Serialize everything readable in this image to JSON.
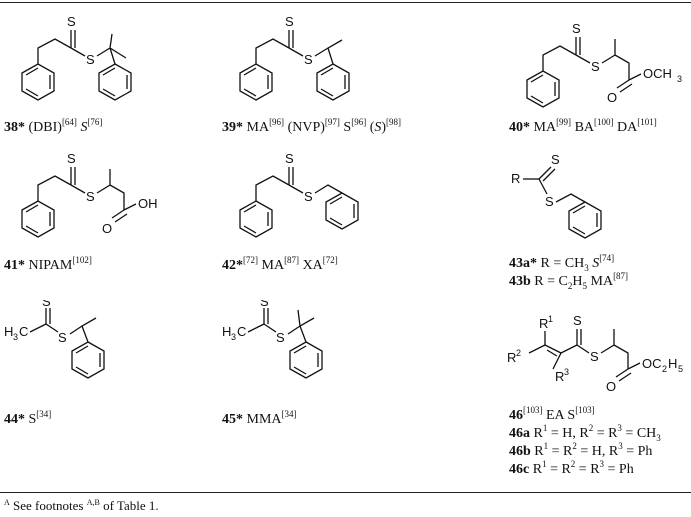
{
  "compounds": [
    {
      "num": "38*",
      "tags": [
        {
          "t": " (DBI)"
        },
        {
          "sup": "[64]"
        },
        {
          "t": " "
        },
        {
          "it": "S"
        },
        {
          "sup": "[76]"
        }
      ]
    },
    {
      "num": "39*",
      "tags": [
        {
          "t": " MA"
        },
        {
          "sup": "[96]"
        },
        {
          "t": " (NVP)"
        },
        {
          "sup": "[97]"
        },
        {
          "t": " S"
        },
        {
          "sup": "[96]"
        },
        {
          "t": " ("
        },
        {
          "it": "S"
        },
        {
          "t": ")"
        },
        {
          "sup": "[98]"
        }
      ]
    },
    {
      "num": "40*",
      "tags": [
        {
          "t": " MA"
        },
        {
          "sup": "[99]"
        },
        {
          "t": " BA"
        },
        {
          "sup": "[100]"
        },
        {
          "t": " DA"
        },
        {
          "sup": "[101]"
        }
      ]
    },
    {
      "num": "41*",
      "tags": [
        {
          "t": " NIPAM"
        },
        {
          "sup": "[102]"
        }
      ]
    },
    {
      "num": "42*",
      "tags": [
        {
          "sup": "[72]"
        },
        {
          "t": " MA"
        },
        {
          "sup": "[87]"
        },
        {
          "t": " XA"
        },
        {
          "sup": "[72]"
        }
      ]
    },
    {
      "num": "43a*",
      "tags": [
        {
          "t": " R = CH"
        },
        {
          "sub": "3"
        },
        {
          "t": " "
        },
        {
          "it": "S"
        },
        {
          "sup": "[74]"
        }
      ]
    },
    {
      "num": "43b",
      "tags": [
        {
          "t": " R = C"
        },
        {
          "sub": "2"
        },
        {
          "t": "H"
        },
        {
          "sub": "5"
        },
        {
          "t": " MA"
        },
        {
          "sup": "[87]"
        }
      ]
    },
    {
      "num": "44*",
      "tags": [
        {
          "t": " S"
        },
        {
          "sup": "[34]"
        }
      ]
    },
    {
      "num": "45*",
      "tags": [
        {
          "t": " MMA"
        },
        {
          "sup": "[34]"
        }
      ]
    },
    {
      "num": "46",
      "tags": [
        {
          "sup": "[103]"
        },
        {
          "t": " EA S"
        },
        {
          "sup": "[103]"
        }
      ]
    },
    {
      "num": "46a",
      "tags": [
        {
          "t": " R"
        },
        {
          "sup": "1"
        },
        {
          "t": " = H, R"
        },
        {
          "sup": "2"
        },
        {
          "t": " = R"
        },
        {
          "sup": "3"
        },
        {
          "t": " = CH"
        },
        {
          "sub": "3"
        }
      ]
    },
    {
      "num": "46b",
      "tags": [
        {
          "t": " R"
        },
        {
          "sup": "1"
        },
        {
          "t": " = R"
        },
        {
          "sup": "2"
        },
        {
          "t": " = H, R"
        },
        {
          "sup": "3"
        },
        {
          "t": " = Ph"
        }
      ]
    },
    {
      "num": "46c",
      "tags": [
        {
          "t": " R"
        },
        {
          "sup": "1"
        },
        {
          "t": " = R"
        },
        {
          "sup": "2"
        },
        {
          "t": " = R"
        },
        {
          "sup": "3"
        },
        {
          "t": " = Ph"
        }
      ]
    }
  ],
  "atoms": {
    "S": "S",
    "O": "O",
    "OH": "OH",
    "OCH3_a": "OCH",
    "OCH3_b": "3",
    "R": "R",
    "H3C_a": "H",
    "H3C_b": "3",
    "H3C_c": "C",
    "R1": "R",
    "R1n": "1",
    "R2": "R",
    "R2n": "2",
    "R3": "R",
    "R3n": "3",
    "OC2H5_a": "OC",
    "OC2H5_b": "2",
    "OC2H5_c": "H",
    "OC2H5_d": "5"
  },
  "footnote": {
    "pre": "A",
    "text": " See footnotes ",
    "refs": "A,B",
    "post": " of Table 1."
  }
}
